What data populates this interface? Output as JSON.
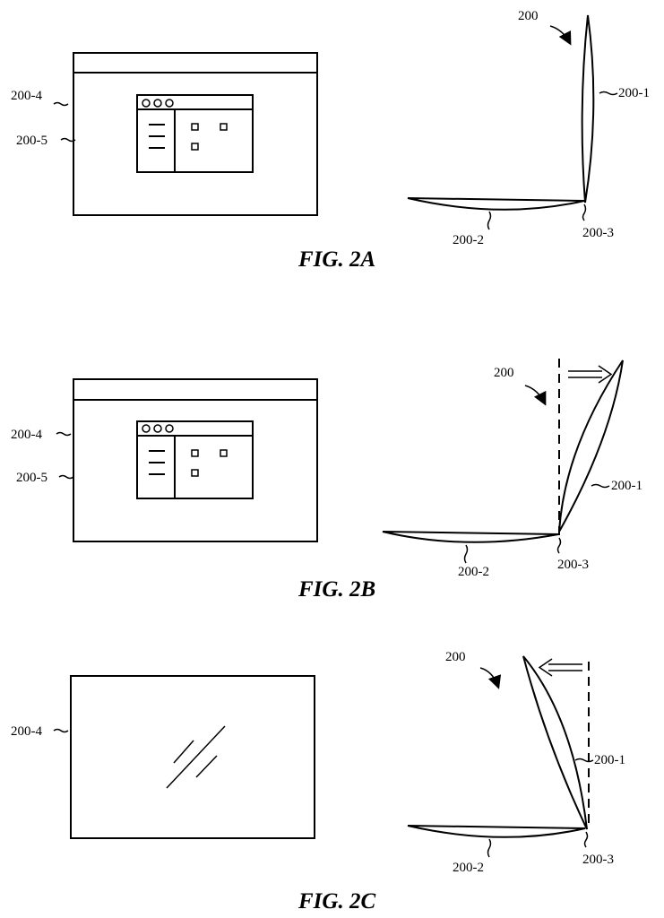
{
  "figures": [
    {
      "caption": "FIG. 2A",
      "display_label": "200-4",
      "window_label": "200-5",
      "device_label": "200",
      "lid_label": "200-1",
      "base_label": "200-2",
      "hinge_label": "200-3"
    },
    {
      "caption": "FIG. 2B",
      "display_label": "200-4",
      "window_label": "200-5",
      "device_label": "200",
      "lid_label": "200-1",
      "base_label": "200-2",
      "hinge_label": "200-3"
    },
    {
      "caption": "FIG. 2C",
      "display_label": "200-4",
      "device_label": "200",
      "lid_label": "200-1",
      "base_label": "200-2",
      "hinge_label": "200-3"
    }
  ]
}
